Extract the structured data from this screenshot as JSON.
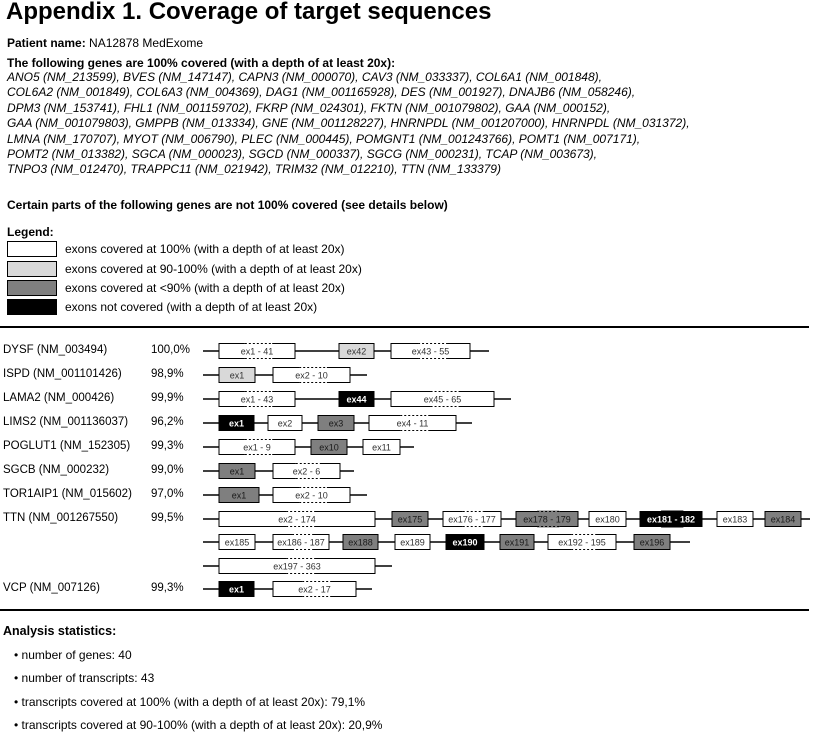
{
  "title": "Appendix 1. Coverage of target sequences",
  "patient": {
    "label": "Patient name:",
    "value": "NA12878 MedExome"
  },
  "full_coverage": {
    "heading": "The following genes are 100% covered (with a depth of at least 20x):",
    "lines": [
      "ANO5 (NM_213599), BVES (NM_147147), CAPN3 (NM_000070), CAV3 (NM_033337), COL6A1 (NM_001848),",
      "COL6A2 (NM_001849), COL6A3 (NM_004369), DAG1 (NM_001165928), DES (NM_001927), DNAJB6 (NM_058246),",
      "DPM3 (NM_153741), FHL1 (NM_001159702), FKRP (NM_024301), FKTN (NM_001079802), GAA (NM_000152),",
      "GAA (NM_001079803), GMPPB (NM_013334), GNE (NM_001128227), HNRNPDL (NM_001207000), HNRNPDL (NM_031372),",
      "LMNA (NM_170707), MYOT (NM_006790), PLEC (NM_000445), POMGNT1 (NM_001243766), POMT1 (NM_007171),",
      "POMT2 (NM_013382), SGCA (NM_000023), SGCD (NM_000337), SGCG (NM_000231), TCAP (NM_003673),",
      "TNPO3 (NM_012470), TRAPPC11 (NM_021942), TRIM32 (NM_012210), TTN (NM_133379)"
    ]
  },
  "partial_heading": "Certain parts of the following genes are not 100% covered (see details below)",
  "legend": {
    "title": "Legend:",
    "items": [
      {
        "label": "exons covered at 100% (with a depth of at least 20x)",
        "color": "#ffffff"
      },
      {
        "label": "exons covered at 90-100% (with a depth of at least 20x)",
        "color": "#d9d9d9"
      },
      {
        "label": "exons covered at <90% (with a depth of at least 20x)",
        "color": "#7f7f7f"
      },
      {
        "label": "exons not covered (with a depth of at least 20x)",
        "color": "#000000"
      }
    ]
  },
  "genes": [
    {
      "name": "DYSF (NM_003494)",
      "pct": "100,0%",
      "rows": [
        [
          {
            "label": "ex1 - 41",
            "level": "full",
            "dotted": true
          },
          {
            "label": "ex42",
            "level": "high"
          },
          {
            "label": "ex43 - 55",
            "level": "full",
            "dotted": true
          }
        ]
      ]
    },
    {
      "name": "ISPD (NM_001101426)",
      "pct": "98,9%",
      "rows": [
        [
          {
            "label": "ex1",
            "level": "high"
          },
          {
            "label": "ex2 - 10",
            "level": "full",
            "dotted": true
          }
        ]
      ]
    },
    {
      "name": "LAMA2 (NM_000426)",
      "pct": "99,9%",
      "rows": [
        [
          {
            "label": "ex1 - 43",
            "level": "full",
            "dotted": true
          },
          {
            "label": "ex44",
            "level": "none"
          },
          {
            "label": "ex45 - 65",
            "level": "full",
            "dotted": true
          }
        ]
      ]
    },
    {
      "name": "LIMS2 (NM_001136037)",
      "pct": "96,2%",
      "rows": [
        [
          {
            "label": "ex1",
            "level": "none"
          },
          {
            "label": "ex2",
            "level": "full"
          },
          {
            "label": "ex3",
            "level": "low"
          },
          {
            "label": "ex4 - 11",
            "level": "full",
            "dotted": true
          }
        ]
      ]
    },
    {
      "name": "POGLUT1 (NM_152305)",
      "pct": "99,3%",
      "rows": [
        [
          {
            "label": "ex1 - 9",
            "level": "full",
            "dotted": true
          },
          {
            "label": "ex10",
            "level": "low"
          },
          {
            "label": "ex11",
            "level": "full"
          }
        ]
      ]
    },
    {
      "name": "SGCB (NM_000232)",
      "pct": "99,0%",
      "rows": [
        [
          {
            "label": "ex1",
            "level": "low"
          },
          {
            "label": "ex2 - 6",
            "level": "full",
            "dotted": true
          }
        ]
      ]
    },
    {
      "name": "TOR1AIP1 (NM_015602)",
      "pct": "97,0%",
      "rows": [
        [
          {
            "label": "ex1",
            "level": "low"
          },
          {
            "label": "ex2 - 10",
            "level": "full",
            "dotted": true
          }
        ]
      ]
    },
    {
      "name": "TTN (NM_001267550)",
      "pct": "99,5%",
      "rows": [
        [
          {
            "label": "ex2 - 174",
            "level": "full",
            "dotted": true
          },
          {
            "label": "ex175",
            "level": "low"
          },
          {
            "label": "ex176 - 177",
            "level": "full",
            "dotted": true
          },
          {
            "label": "ex178 - 179",
            "level": "low",
            "dotted": true
          },
          {
            "label": "ex180",
            "level": "full"
          },
          {
            "label": "ex181 - 182",
            "level": "none",
            "dotted": true
          },
          {
            "label": "ex183",
            "level": "full"
          },
          {
            "label": "ex184",
            "level": "low"
          }
        ],
        [
          {
            "label": "ex185",
            "level": "full"
          },
          {
            "label": "ex186 - 187",
            "level": "full",
            "dotted": true
          },
          {
            "label": "ex188",
            "level": "low"
          },
          {
            "label": "ex189",
            "level": "full"
          },
          {
            "label": "ex190",
            "level": "none"
          },
          {
            "label": "ex191",
            "level": "low"
          },
          {
            "label": "ex192 - 195",
            "level": "full",
            "dotted": true
          },
          {
            "label": "ex196",
            "level": "low"
          }
        ],
        [
          {
            "label": "ex197 - 363",
            "level": "full",
            "dotted": true
          }
        ]
      ]
    },
    {
      "name": "VCP (NM_007126)",
      "pct": "99,3%",
      "rows": [
        [
          {
            "label": "ex1",
            "level": "none"
          },
          {
            "label": "ex2 - 17",
            "level": "full",
            "dotted": true
          }
        ]
      ]
    }
  ],
  "level_colors": {
    "full": "#ffffff",
    "high": "#d9d9d9",
    "low": "#7f7f7f",
    "none": "#000000"
  },
  "stats": {
    "title": "Analysis statistics:",
    "items": [
      "number of genes: 40",
      "number of transcripts: 43",
      "transcripts covered at 100% (with a depth of at least 20x): 79,1%",
      "transcripts covered at 90-100% (with a depth of at least 20x): 20,9%"
    ]
  }
}
